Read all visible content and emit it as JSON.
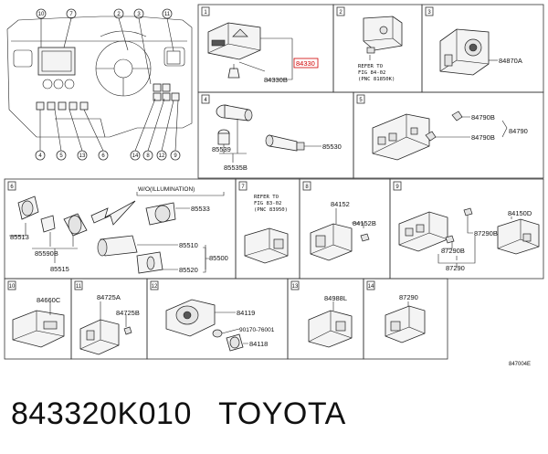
{
  "caption": {
    "part_number": "843320K010",
    "brand": "TOYOTA"
  },
  "catalog_code": "847004E",
  "overview": {
    "callouts_top": [
      "10",
      "7",
      "2",
      "3",
      "11"
    ],
    "callouts_bottom": [
      "4",
      "5",
      "13",
      "6",
      "14",
      "8",
      "12",
      "9"
    ]
  },
  "panels": [
    {
      "index": "1",
      "labels": [
        "84330",
        "84330B"
      ]
    },
    {
      "index": "2",
      "note": [
        "REFER TO",
        "FIG 84-02",
        "(PNC 81850K)"
      ]
    },
    {
      "index": "3",
      "labels": [
        "84870A"
      ]
    },
    {
      "index": "4",
      "labels": [
        "85539",
        "85535B",
        "85530"
      ]
    },
    {
      "index": "5",
      "labels": [
        "84790B",
        "84790B",
        "84790"
      ]
    },
    {
      "index": "6",
      "labels": [
        "85513",
        "85590B",
        "85515",
        "85533",
        "85510",
        "85520",
        "85500"
      ],
      "callout": "W/O(ILLUMINATION)"
    },
    {
      "index": "7",
      "note": [
        "REFER TO",
        "FIG 83-02",
        "(PNC 83950)"
      ]
    },
    {
      "index": "8",
      "labels": [
        "84152",
        "84152B"
      ]
    },
    {
      "index": "9",
      "labels": [
        "87290B",
        "87290B",
        "87290",
        "84150D"
      ]
    },
    {
      "index": "10",
      "labels": [
        "84660C"
      ]
    },
    {
      "index": "11",
      "labels": [
        "84725A",
        "84725B"
      ]
    },
    {
      "index": "12",
      "labels": [
        "84119",
        "90170-76001",
        "84118"
      ]
    },
    {
      "index": "13",
      "labels": [
        "84988L"
      ]
    },
    {
      "index": "14",
      "labels": [
        "87290"
      ]
    }
  ]
}
